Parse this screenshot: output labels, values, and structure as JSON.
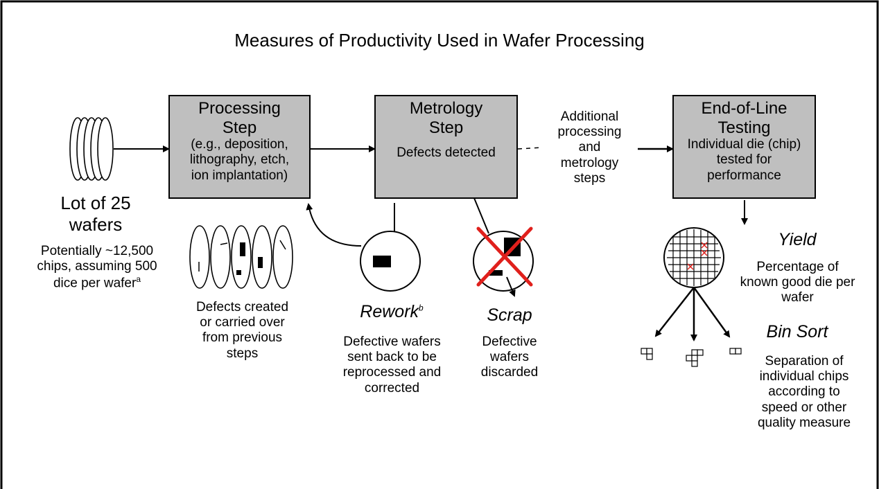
{
  "title": "Measures of Productivity Used in Wafer Processing",
  "lot": {
    "label_line1": "Lot of 25",
    "label_line2": "wafers",
    "desc_line1": "Potentially ~12,500",
    "desc_line2": "chips, assuming 500",
    "desc_line3": "dice per wafer",
    "desc_sup": "a"
  },
  "processing": {
    "head_line1": "Processing",
    "head_line2": "Step",
    "sub_line1": "(e.g., deposition,",
    "sub_line2": "lithography, etch,",
    "sub_line3": "ion implantation)"
  },
  "metrology": {
    "head_line1": "Metrology",
    "head_line2": "Step",
    "sub_line1": "Defects detected"
  },
  "additional": {
    "line1": "Additional",
    "line2": "processing",
    "line3": "and",
    "line4": "metrology",
    "line5": "steps"
  },
  "endofline": {
    "head_line1": "End-of-Line",
    "head_line2": "Testing",
    "sub_line1": "Individual die (chip)",
    "sub_line2": "tested for",
    "sub_line3": "performance"
  },
  "defects": {
    "line1": "Defects created",
    "line2": "or carried over",
    "line3": "from previous",
    "line4": "steps"
  },
  "rework": {
    "title": "Rework",
    "title_sup": "b",
    "line1": "Defective wafers",
    "line2": "sent back to be",
    "line3": "reprocessed and",
    "line4": "corrected"
  },
  "scrap": {
    "title": "Scrap",
    "line1": "Defective",
    "line2": "wafers",
    "line3": "discarded"
  },
  "yield": {
    "title": "Yield",
    "line1": "Percentage of",
    "line2": "known good die per",
    "line3": "wafer"
  },
  "binsort": {
    "title": "Bin Sort",
    "line1": "Separation of",
    "line2": "individual chips",
    "line3": "according to",
    "line4": "speed or other",
    "line5": "quality measure"
  },
  "colors": {
    "box_fill": "#bfbfbf",
    "scrap_x": "#e0201c",
    "fail_mark": "#e0201c"
  }
}
